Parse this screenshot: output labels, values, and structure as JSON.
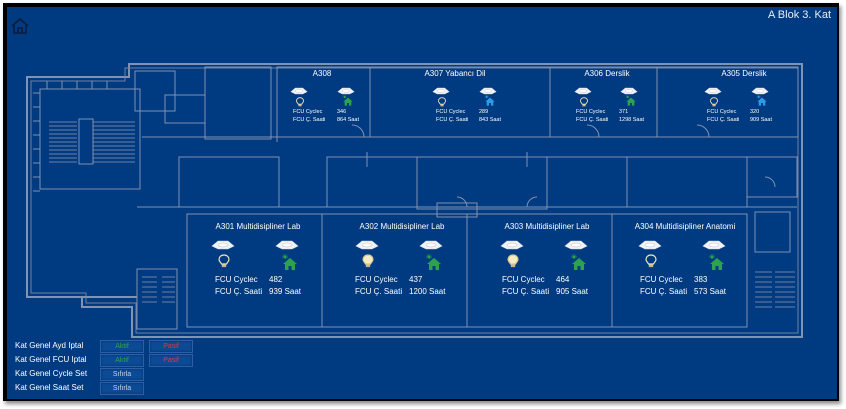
{
  "header": {
    "title": "A Blok 3. Kat",
    "home_icon": "home-icon"
  },
  "colors": {
    "background": "#003a80",
    "wall": "#8a9cb8",
    "aktif": "#2ca24b",
    "pasif": "#e0353f",
    "fcu_green": "#2ca24b",
    "fcu_blue": "#2f9be8"
  },
  "labels": {
    "cycle": "FCU Cyclec",
    "hours": "FCU Ç. Saati",
    "unit": "Saat"
  },
  "rooms_top": [
    {
      "name": "A308",
      "light": "off",
      "fcu": "green",
      "cycle": "346",
      "hours": "864 Saat"
    },
    {
      "name": "A307 Yabancı Dil",
      "light": "off",
      "fcu": "blue",
      "cycle": "289",
      "hours": "843 Saat"
    },
    {
      "name": "A306 Derslik",
      "light": "off",
      "fcu": "green",
      "cycle": "371",
      "hours": "1298 Saat"
    },
    {
      "name": "A305 Derslik",
      "light": "off",
      "fcu": "blue",
      "cycle": "320",
      "hours": "909 Saat"
    }
  ],
  "rooms_bottom": [
    {
      "name": "A301 Multidisipliner Lab",
      "light": "off",
      "fcu": "green",
      "cycle": "482",
      "hours": "939 Saat"
    },
    {
      "name": "A302 Multidisipliner Lab",
      "light": "on",
      "fcu": "green",
      "cycle": "437",
      "hours": "1200 Saat"
    },
    {
      "name": "A303 Multidisipliner Lab",
      "light": "on",
      "fcu": "green",
      "cycle": "464",
      "hours": "905 Saat"
    },
    {
      "name": "A304 Multidisipliner Anatomi",
      "light": "off",
      "fcu": "green",
      "cycle": "383",
      "hours": "573 Saat"
    }
  ],
  "controls": [
    {
      "label": "Kat Genel Ayd Iptal",
      "buttons": [
        "Aktif",
        "Pasif"
      ]
    },
    {
      "label": "Kat Genel FCU Iptal",
      "buttons": [
        "Aktif",
        "Pasif"
      ]
    },
    {
      "label": "Kat Genel Cycle Set",
      "buttons": [
        "Sıfırla"
      ]
    },
    {
      "label": "Kat Genel Saat Set",
      "buttons": [
        "Sıfırla"
      ]
    }
  ]
}
